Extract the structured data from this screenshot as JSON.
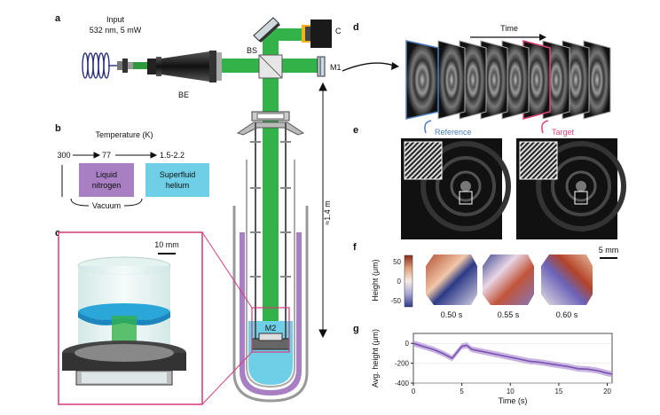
{
  "panels": {
    "a": "a",
    "b": "b",
    "c": "c",
    "d": "d",
    "e": "e",
    "f": "f",
    "g": "g"
  },
  "panel_a": {
    "input_line1": "Input",
    "input_line2": "532 nm, 5 mW",
    "be_label": "BE",
    "bs_label": "BS",
    "c_label": "C",
    "m1_label": "M1",
    "m2_label": "M2",
    "length_label": "≈1.4 m"
  },
  "panel_b": {
    "title": "Temperature (K)",
    "t300": "300",
    "t77": "77",
    "t15": "1.5-2.2",
    "box1_line1": "Liquid",
    "box1_line2": "nitrogen",
    "box2_line1": "Superfluid",
    "box2_line2": "helium",
    "vacuum": "Vacuum",
    "box1_color": "#a77fc2",
    "box2_color": "#6fcfe6"
  },
  "panel_c": {
    "scale_label": "10 mm"
  },
  "panel_d": {
    "time_label": "Time"
  },
  "panel_e": {
    "reference_label": "Reference",
    "target_label": "Target",
    "reference_color": "#4e7fbd",
    "target_color": "#e0457b"
  },
  "panel_f": {
    "ylabel": "Height (μm)",
    "colorbar_ticks": [
      "50",
      "0",
      "-50"
    ],
    "scale_label": "5 mm",
    "times": [
      "0.50 s",
      "0.55 s",
      "0.60 s"
    ]
  },
  "chart_data": {
    "type": "line",
    "xlabel": "Time (s)",
    "ylabel": "Avg. height (μm)",
    "xlim": [
      0,
      20.5
    ],
    "ylim": [
      -400,
      100
    ],
    "xticks": [
      "0",
      "5",
      "10",
      "15",
      "20"
    ],
    "yticks": [
      "0",
      "-200",
      "-400"
    ],
    "series_color": "#7b4fb3",
    "band_color": "#b9a2d8",
    "series": [
      {
        "x": [
          0,
          1,
          2,
          3,
          4,
          5,
          5.5,
          6,
          7,
          8,
          9,
          10,
          11,
          12,
          13,
          14,
          15,
          16,
          17,
          18,
          19,
          20,
          20.5
        ],
        "y": [
          0,
          -30,
          -60,
          -100,
          -150,
          -30,
          -20,
          -60,
          -80,
          -100,
          -120,
          -140,
          -160,
          -180,
          -190,
          -205,
          -220,
          -235,
          -255,
          -260,
          -275,
          -300,
          -310
        ]
      }
    ]
  }
}
